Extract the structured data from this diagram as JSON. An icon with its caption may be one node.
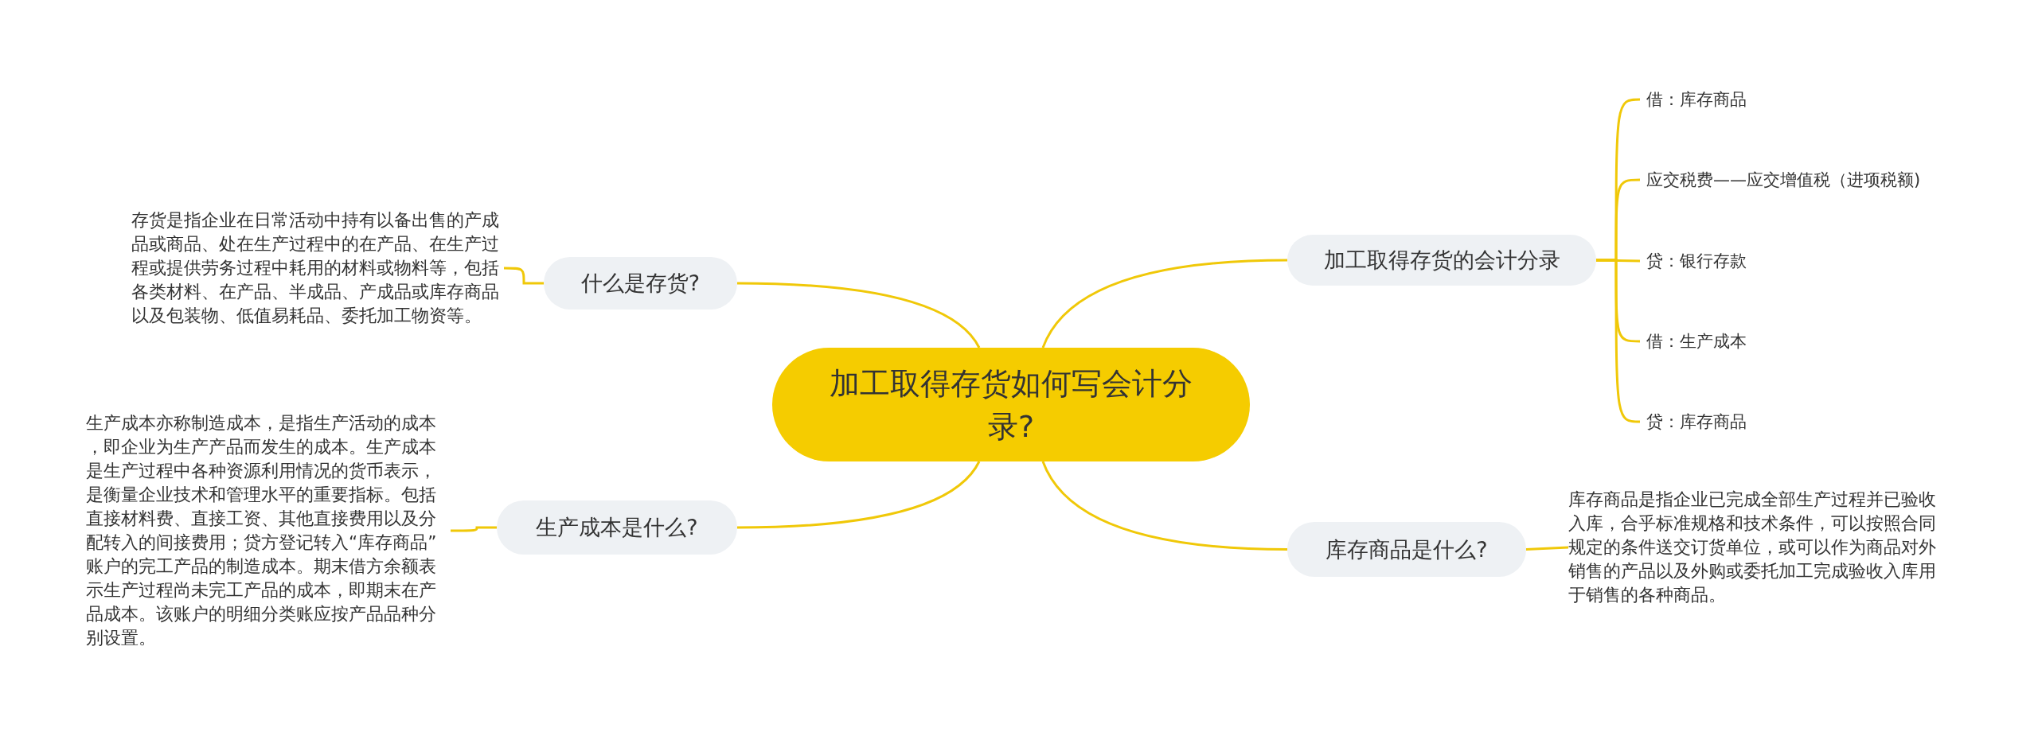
{
  "diagram": {
    "nodes": [
      {
        "text": [
          "加工取得存货如何写会计分录?"
        ]
      },
      {
        "text": [
          "什么是存货?"
        ]
      },
      {
        "text": [
          "存货是指企业在日常活动中持有以备出售的产成品或商品、处在生产过程中的在产品、在生产过程或提供劳务过程中耗用的材料或物料等，包括各类材料、在产品、半成品、产成品或库存商品以及包装物、低值易耗品、委托加工物资等。"
        ]
      },
      {
        "text": [
          "生产成本是什么?"
        ]
      },
      {
        "text": [
          "生产成本亦称制造成本，是指生产活动的成本，即企业为生产产品而发生的成本。生产成本是生产过程中各种资源利用情况的货币表示，是衡量企业技术和管理水平的重要指标。包括直接材料费、直接工资、其他直接费用以及分配转入的间接费用；贷方登记转入“库存商品”账户的完工产品的制造成本。期末借方余额表示生产过程尚未完工产品的成本，即期末在产品成本。该账户的明细分类账应按产品品种分别设置。"
        ]
      },
      {
        "text": [
          "加工取得存货的会计分录"
        ]
      },
      {
        "text": [
          "借：库存商品"
        ]
      },
      {
        "text": [
          "应交税费——应交增值税（进项税额)"
        ]
      },
      {
        "text": [
          "贷：银行存款"
        ]
      },
      {
        "text": [
          "借：生产成本"
        ]
      },
      {
        "text": [
          "贷：库存商品"
        ]
      },
      {
        "text": [
          "库存商品是什么?"
        ]
      },
      {
        "text": [
          "库存商品是指企业已完成全部生产过程并已验收入库，合乎标准规格和技术条件，可以按照合同规定的条件送交订货单位，或可以作为商品对外销售的产品以及外购或委托加工完成验收入库用于销售的各种商品。"
        ]
      }
    ],
    "edges": [
      {
        "from": 0,
        "to": 1,
        "arrow": "none"
      },
      {
        "from": 1,
        "to": 2,
        "arrow": "none"
      },
      {
        "from": 0,
        "to": 3,
        "arrow": "none"
      },
      {
        "from": 3,
        "to": 4,
        "arrow": "none"
      },
      {
        "from": 0,
        "to": 5,
        "arrow": "none"
      },
      {
        "from": 5,
        "to": 6,
        "arrow": "none"
      },
      {
        "from": 5,
        "to": 7,
        "arrow": "none"
      },
      {
        "from": 5,
        "to": 8,
        "arrow": "none"
      },
      {
        "from": 5,
        "to": 9,
        "arrow": "none"
      },
      {
        "from": 5,
        "to": 10,
        "arrow": "none"
      },
      {
        "from": 0,
        "to": 11,
        "arrow": "none"
      },
      {
        "from": 11,
        "to": 12,
        "arrow": "none"
      }
    ]
  }
}
